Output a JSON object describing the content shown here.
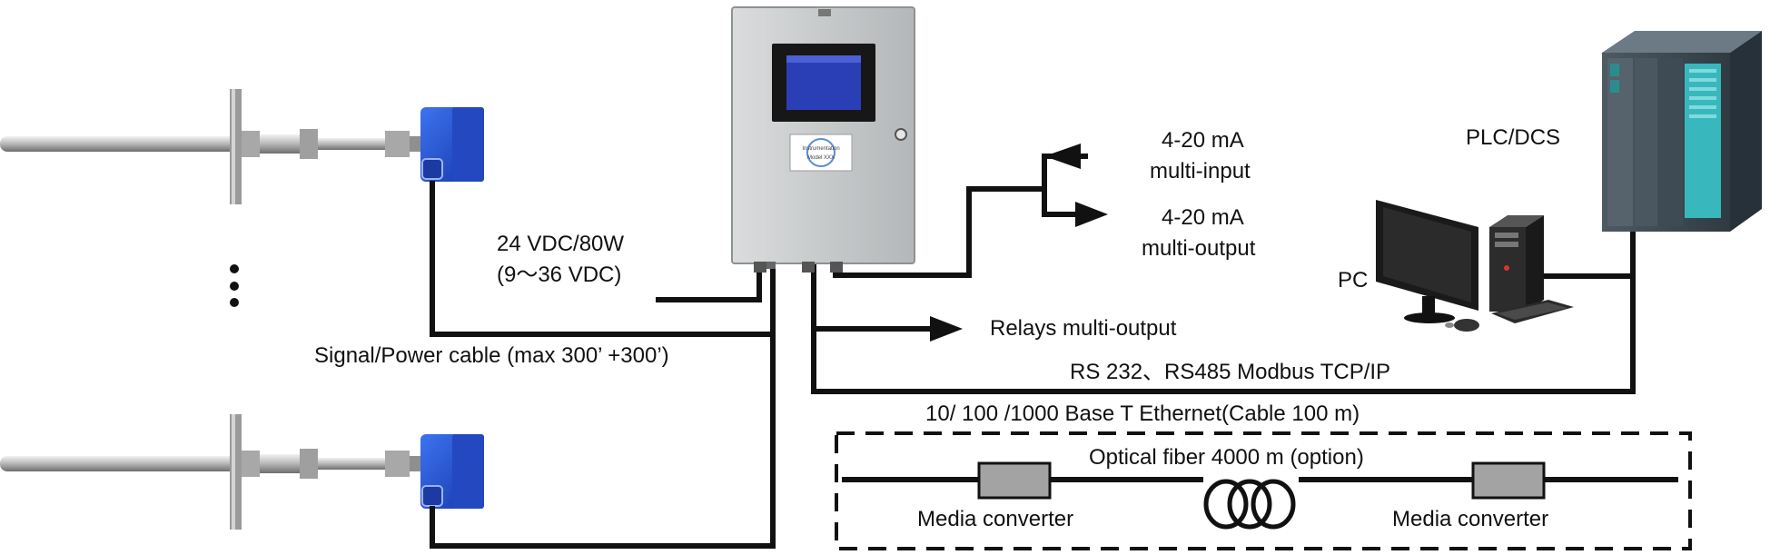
{
  "labels": {
    "power": "24 VDC/80W",
    "power_range": "(9～36 VDC)",
    "signal_cable": "Signal/Power  cable (max 300’ +300’)",
    "analog_in_1": "4-20 mA",
    "analog_in_2": "multi-input",
    "analog_out_1": "4-20 mA",
    "analog_out_2": "multi-output",
    "relays": "Relays multi-output",
    "plc": "PLC/DCS",
    "pc": "PC",
    "comm": "RS 232、RS485 Modbus TCP/IP",
    "ethernet": "10/ 100 /1000 Base T Ethernet(Cable 100 m)",
    "fiber": "Optical fiber 4000 m (option)",
    "media_left": "Media converter",
    "media_right": "Media converter"
  },
  "controller_badge": {
    "line1": "Instrumentation",
    "line2": "Model XXX"
  },
  "colors": {
    "enclosure": "#c9ccce",
    "screen": "#2a3fb5",
    "junction_box": "#1f4fd0",
    "plc_teal": "#38b8bd",
    "converter": "#a3a3a3"
  }
}
